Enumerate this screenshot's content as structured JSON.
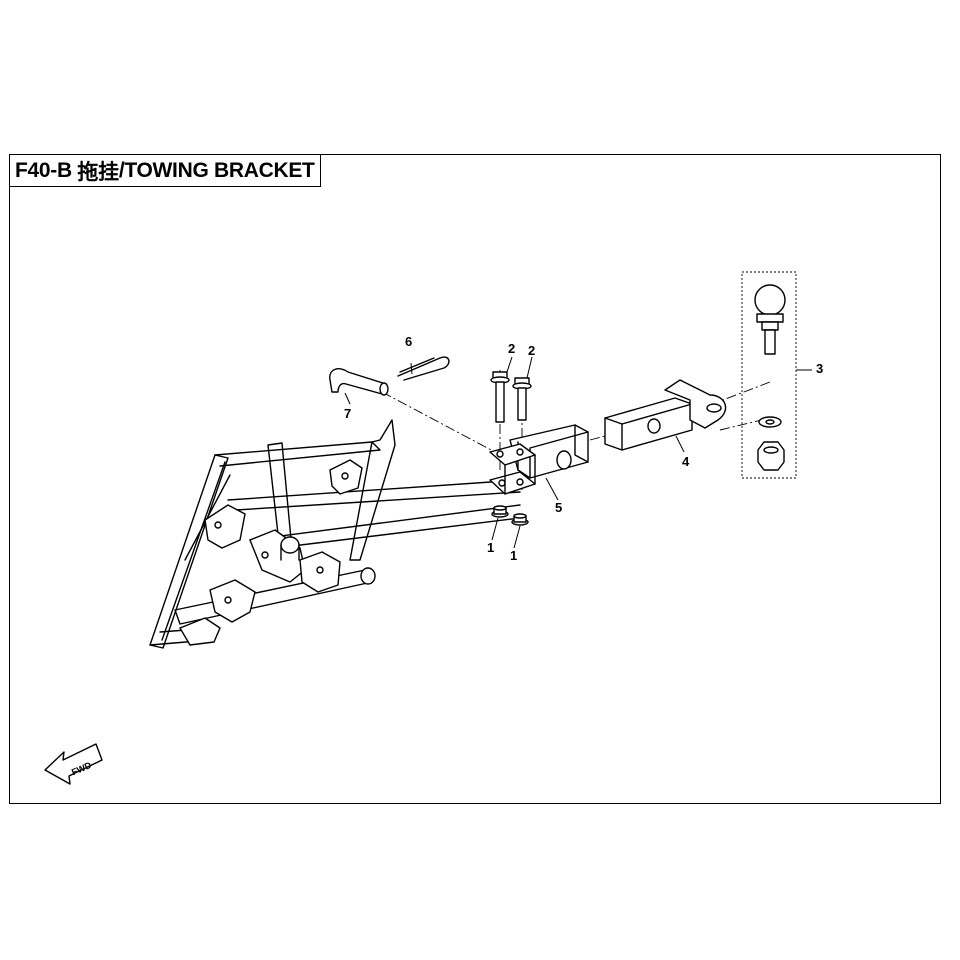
{
  "header": {
    "code": "F40-B",
    "title_cn": "拖挂",
    "title_en": "/TOWING BRACKET"
  },
  "callouts": [
    {
      "id": "c1a",
      "label": "1"
    },
    {
      "id": "c1b",
      "label": "1"
    },
    {
      "id": "c2a",
      "label": "2"
    },
    {
      "id": "c2b",
      "label": "2"
    },
    {
      "id": "c3",
      "label": "3"
    },
    {
      "id": "c4",
      "label": "4"
    },
    {
      "id": "c5",
      "label": "5"
    },
    {
      "id": "c6",
      "label": "6"
    },
    {
      "id": "c7",
      "label": "7"
    }
  ],
  "fwd_arrow": {
    "label": "FWD"
  }
}
